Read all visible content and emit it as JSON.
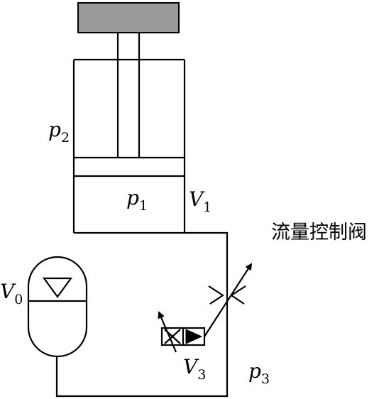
{
  "labels": {
    "p2": {
      "base": "p",
      "sub": "2"
    },
    "p1": {
      "base": "p",
      "sub": "1"
    },
    "v1": {
      "base": "V",
      "sub": "1"
    },
    "v0": {
      "base": "V",
      "sub": "0"
    },
    "v3": {
      "base": "V",
      "sub": "3"
    },
    "p3": {
      "base": "p",
      "sub": "3"
    }
  },
  "flow_control_valve_label": "流量控制阀",
  "colors": {
    "line": "#000000",
    "load_fill": "#999999",
    "background": "#ffffff"
  },
  "icons": {
    "accumulator": "accumulator-icon",
    "variable_throttle": "variable-throttle-icon",
    "check_valve": "check-valve-icon"
  }
}
